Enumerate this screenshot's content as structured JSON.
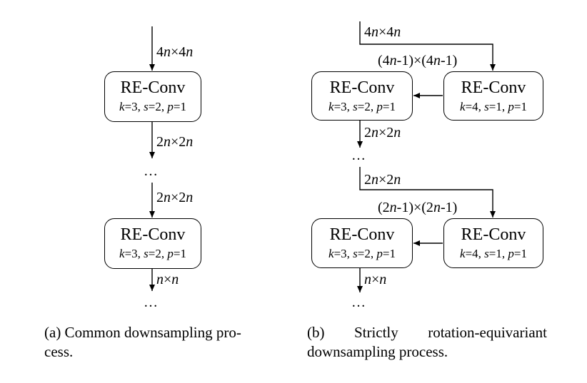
{
  "panel_a": {
    "input_label_pre": "4",
    "input_label_mid": "×4",
    "block1": {
      "title": "RE-Conv",
      "k": "3",
      "s": "2",
      "p": "1"
    },
    "mid_label_1_pre": "2",
    "mid_label_1_mid": "×2",
    "ellipsis": "…",
    "mid_label_2_pre": "2",
    "mid_label_2_mid": "×2",
    "block2": {
      "title": "RE-Conv",
      "k": "3",
      "s": "2",
      "p": "1"
    },
    "out_label_mid": "×",
    "ellipsis_end": "…",
    "caption_line1": "(a) Common downsampling pro-",
    "caption_line2": "cess."
  },
  "panel_b": {
    "input_label_1_pre": "4",
    "input_label_1_mid": "×4",
    "pad_label_1": {
      "a": "(4",
      "b": "-1)×(4",
      "c": "-1)"
    },
    "right_block_1": {
      "title": "RE-Conv",
      "k": "4",
      "s": "1",
      "p": "1"
    },
    "left_block_1": {
      "title": "RE-Conv",
      "k": "3",
      "s": "2",
      "p": "1"
    },
    "out_label_1_pre": "2",
    "out_label_1_mid": "×2",
    "ellipsis_1": "…",
    "input_label_2_pre": "2",
    "input_label_2_mid": "×2",
    "pad_label_2": {
      "a": "(2",
      "b": "-1)×(2",
      "c": "-1)"
    },
    "right_block_2": {
      "title": "RE-Conv",
      "k": "4",
      "s": "1",
      "p": "1"
    },
    "left_block_2": {
      "title": "RE-Conv",
      "k": "3",
      "s": "2",
      "p": "1"
    },
    "out_label_2_mid": "×",
    "ellipsis_2": "…",
    "caption_word1": "(b)",
    "caption_word2": "Strictly",
    "caption_word3": "rotation-equivariant",
    "caption_line2": "downsampling process."
  },
  "symbols": {
    "n": "n",
    "k": "k",
    "s": "s",
    "p": "p",
    "eq": "=",
    "sep": ", "
  }
}
